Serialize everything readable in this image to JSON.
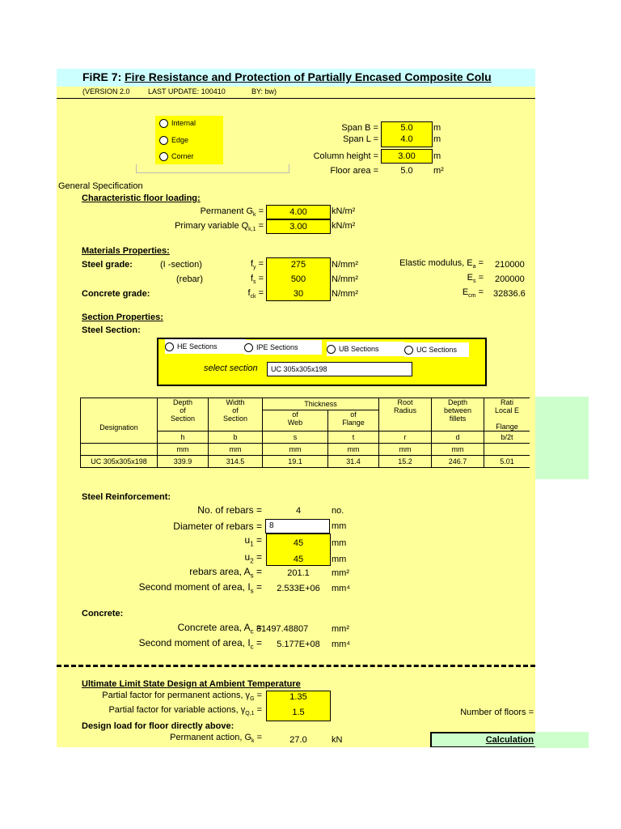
{
  "header": {
    "title_prefix": "FiRE 7:",
    "title": "Fire Resistance and Protection of Partially Encased Composite Colu",
    "version": "(VERSION 2.0",
    "last_update": "LAST UPDATE: 100410",
    "by": "BY: bw)"
  },
  "location": {
    "options": [
      "Internal",
      "Edge",
      "Corner"
    ]
  },
  "geometry": {
    "span_b_label": "Span B =",
    "span_b": "5.0",
    "span_b_unit": "m",
    "span_l_label": "Span L =",
    "span_l": "4.0",
    "span_l_unit": "m",
    "height_label": "Column height =",
    "height": "3.00",
    "height_unit": "m",
    "area_label": "Floor area =",
    "area": "5.0",
    "area_unit": "m²"
  },
  "general_spec": "General Specification",
  "loading": {
    "heading": "Characteristic floor loading:",
    "perm_label": "Permanent G",
    "perm_sub": "k",
    "perm_value": "4.00",
    "perm_unit": "kN/m²",
    "var_label": "Primary variable Q",
    "var_sub": "k,1",
    "var_value": "3.00",
    "var_unit": "kN/m²"
  },
  "materials": {
    "heading": "Materials Properties:",
    "steel_grade": "Steel grade:",
    "isection": "(I -section)",
    "rebar": "(rebar)",
    "concrete_grade": "Concrete grade:",
    "fy_label": "f",
    "fy_sub": "y",
    "fy": "275",
    "fy_unit": "N/mm²",
    "fs_label": "f",
    "fs_sub": "s",
    "fs": "500",
    "fs_unit": "N/mm²",
    "fck_label": "f",
    "fck_sub": "ck",
    "fck": "30",
    "fck_unit": "N/mm²",
    "ea_label": "Elastic modulus, E",
    "ea_sub": "a",
    "ea": "210000",
    "es_label": "E",
    "es_sub": "s",
    "es": "200000",
    "ecm_label": "E",
    "ecm_sub": "cm",
    "ecm": "32836.6"
  },
  "section": {
    "heading": "Section Properties:",
    "steel_section": "Steel Section:",
    "tabs": [
      "HE Sections",
      "IPE Sections",
      "UB Sections",
      "UC Sections"
    ],
    "select_label": "select section",
    "selected": "UC 305x305x198"
  },
  "props_table": {
    "designation_header": "Designation",
    "depth": [
      "Depth",
      "of",
      "Section"
    ],
    "width": [
      "Width",
      "of",
      "Section"
    ],
    "thickness": "Thickness",
    "web": [
      "of",
      "Web"
    ],
    "flange": [
      "of",
      "Flange"
    ],
    "root": [
      "Root",
      "Radius"
    ],
    "fillets": [
      "Depth",
      "between",
      "fillets"
    ],
    "ratio": [
      "Rati",
      "Local E",
      "Flange"
    ],
    "symbols": [
      "h",
      "b",
      "s",
      "t",
      "r",
      "d",
      "b/2t"
    ],
    "units": [
      "mm",
      "mm",
      "mm",
      "mm",
      "mm",
      "mm"
    ],
    "row": [
      "UC 305x305x198",
      "339.9",
      "314.5",
      "19.1",
      "31.4",
      "15.2",
      "246.7",
      "5.01"
    ]
  },
  "reinforcement": {
    "heading": "Steel Reinforcement:",
    "num_label": "No. of rebars =",
    "num": "4",
    "num_unit": "no.",
    "dia_label": "Diameter of rebars =",
    "dia": "8",
    "dia_unit": "mm",
    "u1_label": "u",
    "u1_sub": "1",
    "u1": "45",
    "u1_unit": "mm",
    "u2_label": "u",
    "u2_sub": "2",
    "u2": "45",
    "u2_unit": "mm",
    "as_label": "rebars area, A",
    "as_sub": "s",
    "as": "201.1",
    "as_unit": "mm²",
    "is_label": "Second moment of area, I",
    "is_sub": "s",
    "is": "2.533E+06",
    "is_unit": "mm⁴"
  },
  "concrete": {
    "heading": "Concrete:",
    "ac_label": "Concrete area, A",
    "ac_sub": "c",
    "ac": "81497.48807",
    "ac_unit": "mm²",
    "ic_label": "Second moment of area, I",
    "ic_sub": "c",
    "ic": "5.177E+08",
    "ic_unit": "mm⁴"
  },
  "uls": {
    "heading": "Ultimate Limit State Design at Ambient Temperature",
    "gamma_g_label": "Partial factor for permanent actions, γ",
    "gamma_g_sub": "G",
    "gamma_g": "1.35",
    "gamma_q_label": "Partial factor for variable actions, γ",
    "gamma_q_sub": "Q,1",
    "gamma_q": "1.5",
    "floors_label": "Number of floors =",
    "design_heading": "Design load for floor directly above:",
    "perm_label": "Permanent action, G",
    "perm_sub": "k",
    "perm": "27.0",
    "perm_unit": "kN",
    "calc": "Calculation"
  },
  "colors": {
    "sheet": "#ffff99",
    "input": "#ffff00",
    "title_band": "#ccffff",
    "side": "#ccffcc"
  }
}
